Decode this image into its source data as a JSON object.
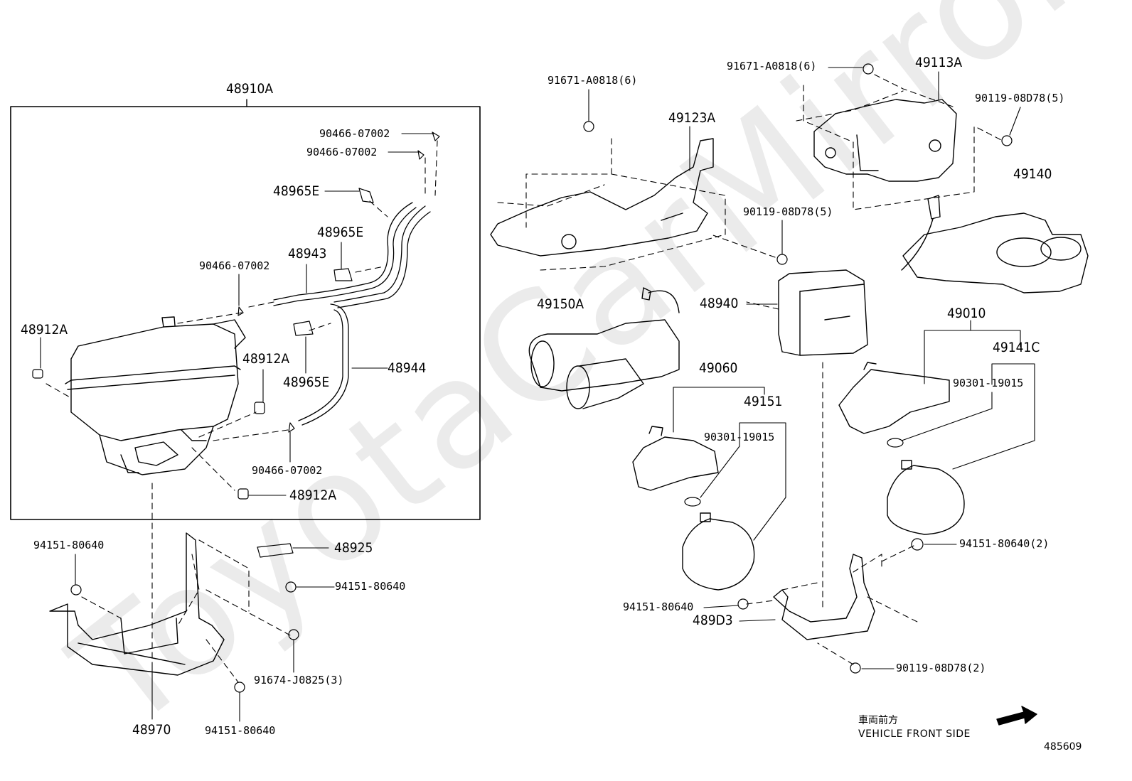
{
  "watermark": "ToyotaCarMirror",
  "drawing_number": "485609",
  "front": {
    "jp": "車両前方",
    "en": "VEHICLE FRONT SIDE"
  },
  "labels": {
    "p48910A": "48910A",
    "p90466_a": "90466-07002",
    "p90466_b": "90466-07002",
    "p48965E_a": "48965E",
    "p48965E_b": "48965E",
    "p48943": "48943",
    "p90466_c": "90466-07002",
    "p48912A_a": "48912A",
    "p48912A_b": "48912A",
    "p48965E_c": "48965E",
    "p48944": "48944",
    "p90466_d": "90466-07002",
    "p48912A_c": "48912A",
    "p94151_a": "94151-80640",
    "p48925": "48925",
    "p94151_b": "94151-80640",
    "p91674": "91674-J0825(3)",
    "p48970": "48970",
    "p94151_c": "94151-80640",
    "p91671_a": "91671-A0818(6)",
    "p49123A": "49123A",
    "p91671_b": "91671-A0818(6)",
    "p49113A": "49113A",
    "p90119_a": "90119-08D78(5)",
    "p49140": "49140",
    "p90119_b": "90119-08D78(5)",
    "p49150A": "49150A",
    "p48940": "48940",
    "p49010": "49010",
    "p49141C": "49141C",
    "p90301_a": "90301-19015",
    "p49060": "49060",
    "p49151": "49151",
    "p90301_b": "90301-19015",
    "p94151_d": "94151-80640(2)",
    "p94151_e": "94151-80640",
    "p489D3": "489D3",
    "p90119_c": "90119-08D78(2)"
  }
}
